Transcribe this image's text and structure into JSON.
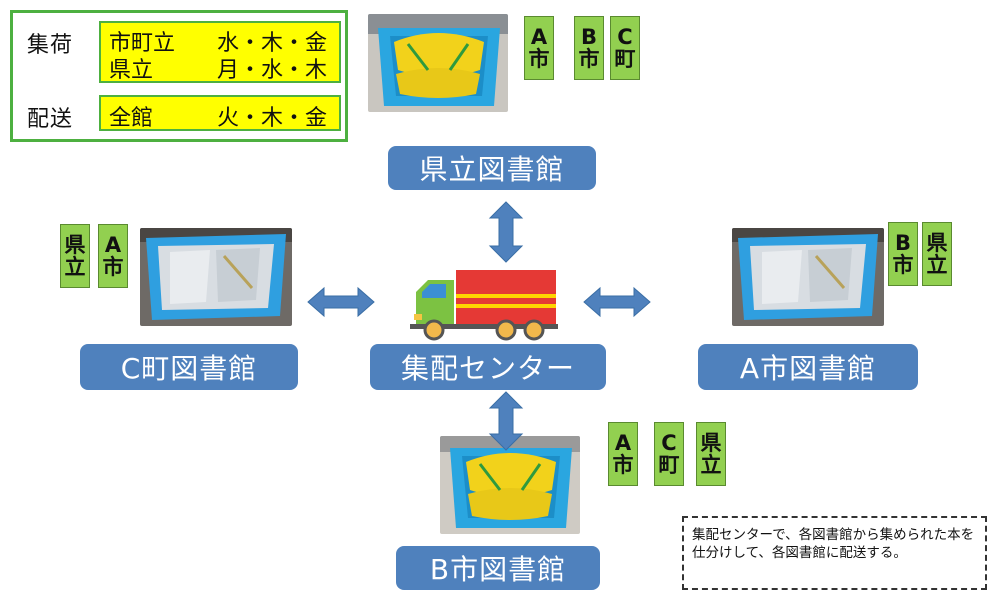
{
  "schedule": {
    "pickup_label": "集荷",
    "pickup_line1_who": "市町立",
    "pickup_line1_days": "水・木・金",
    "pickup_line2_who": "県立",
    "pickup_line2_days": "月・水・木",
    "delivery_label": "配送",
    "delivery_who": "全館",
    "delivery_days": "火・木・金"
  },
  "center": {
    "label": "集配センター"
  },
  "libraries": {
    "prefectural": "県立図書館",
    "town_c": "C町図書館",
    "city_a": "A市図書館",
    "city_b": "B市図書館"
  },
  "tags": {
    "top": [
      [
        "A",
        "市"
      ],
      [
        "B",
        "市"
      ],
      [
        "C",
        "町"
      ]
    ],
    "left": [
      [
        "県",
        "立"
      ],
      [
        "A",
        "市"
      ]
    ],
    "right": [
      [
        "B",
        "市"
      ],
      [
        "県",
        "立"
      ]
    ],
    "bottom": [
      [
        "A",
        "市"
      ],
      [
        "C",
        "町"
      ],
      [
        "県",
        "立"
      ]
    ]
  },
  "note": {
    "text": "集配センターで、各図書館から集められた本を仕分けして、各図書館に配送する。"
  },
  "colors": {
    "blue_label": "#4f81bd",
    "arrow": "#4f81bd",
    "tag_green": "#92d050",
    "schedule_border": "#4db040",
    "schedule_fill": "#ffff00",
    "truck_cargo": "#e53935",
    "truck_cab": "#7cc242"
  }
}
